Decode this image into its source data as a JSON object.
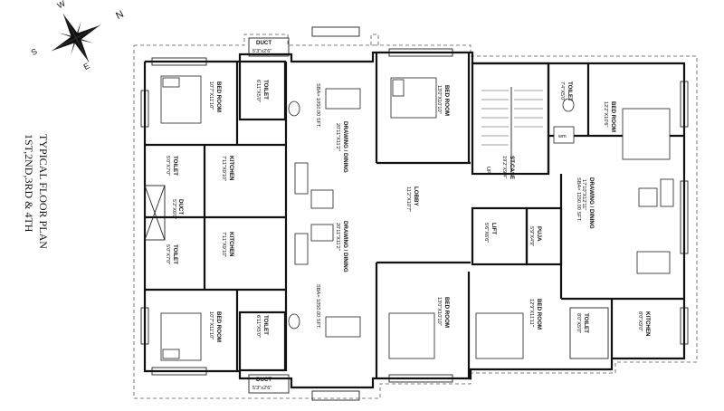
{
  "title": {
    "line1": "TYPICAL FLOOR PLAN",
    "line2": "1ST,2ND,3RD & 4TH"
  },
  "compass": {
    "n": "N",
    "w": "W",
    "s": "S",
    "e": "E"
  },
  "rooms": {
    "bed_tl": {
      "name": "BED ROOM",
      "size": "10'7\"X11'10\""
    },
    "bed_bl": {
      "name": "BED ROOM",
      "size": "10'7\"X11'10\""
    },
    "toilet_tl": {
      "name": "TOILET",
      "size": "6'11\"X5'0\""
    },
    "toilet_bl": {
      "name": "TOILET",
      "size": "6'11\"X5'0\""
    },
    "duct_top": {
      "name": "DUCT",
      "size": "5'3\"x2'6\""
    },
    "duct_bot": {
      "name": "DUCT",
      "size": "5'3\"x2'6\""
    },
    "duct_mid": {
      "name": "DUCT",
      "size": "5'2\"X6'0\""
    },
    "toilet_ml": {
      "name": "TOILET",
      "size": "5'0\"X7'0\""
    },
    "toilet_ml2": {
      "name": "TOILET",
      "size": "5'0\"X7'0\""
    },
    "kitchen_l1": {
      "name": "KITCHEN",
      "size": "7'11\"X9'10\""
    },
    "kitchen_l2": {
      "name": "KITCHEN",
      "size": "7'11\"X9'10\""
    },
    "dd_l1": {
      "name": "DRAWING / DINING",
      "size": "20'11\"X11'2\"",
      "sba": "SBA= 1050.00 SFT."
    },
    "dd_l2": {
      "name": "DRAWING / DINING",
      "size": "20'11\"X11'2\"",
      "sba": "SBA= 1050.00 SFT."
    },
    "bed_tc": {
      "name": "BED ROOM",
      "size": "13'0\"X10'10\""
    },
    "bed_bc": {
      "name": "BED ROOM",
      "size": "13'0\"X10'10\""
    },
    "lobby": {
      "name": "LOBBY",
      "size": "11'2\"X10'7\""
    },
    "stair": {
      "name": "ST.CASE",
      "size": "19'2\"X9'4\"",
      "up": "UP"
    },
    "lift": {
      "name": "LIFT",
      "size": "5'6\"X6'6\""
    },
    "puja": {
      "name": "PUJA",
      "size": "5'9\"X4'9\""
    },
    "toilet_tr": {
      "name": "TOILET",
      "size": "7'4\"X5'0\""
    },
    "bed_tr": {
      "name": "BED ROOM",
      "size": "12'2\"X10'6\""
    },
    "wm": {
      "name": "wm"
    },
    "dd_r": {
      "name": "DRAWING / DINING",
      "size": "17'10\"X12'11\"",
      "sba": "SBA= 1150.00 SFT."
    },
    "bed_br": {
      "name": "BED ROOM",
      "size": "12'9\"X11'11\""
    },
    "toilet_br": {
      "name": "TOILET",
      "size": "8'0\"X5'0\""
    },
    "kitchen_r": {
      "name": "KITCHEN",
      "size": "8'0\"X9'0\""
    }
  }
}
